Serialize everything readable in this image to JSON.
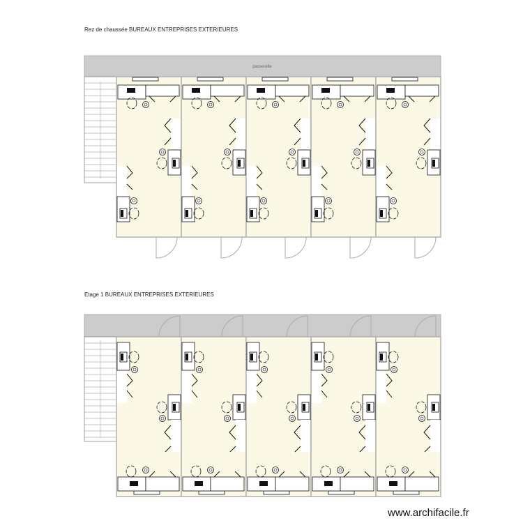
{
  "plans": [
    {
      "title": "Rez de chaussée BUREAUX ENTREPRISES EXTERIEURES",
      "corridor_label": "passerelle",
      "offices": 5,
      "stairs": "left"
    },
    {
      "title": "Etage 1 BUREAUX ENTREPRISES EXTERIEURES",
      "corridor_label": "",
      "offices": 5,
      "stairs": "left"
    }
  ],
  "watermark": "www.archifacile.fr",
  "colors": {
    "room_fill": "#fbf9e6",
    "corridor_fill": "#cccccc",
    "wall": "#b0b0b0",
    "furniture": "#111111"
  }
}
